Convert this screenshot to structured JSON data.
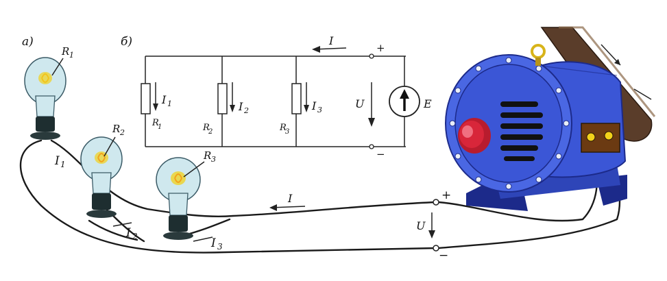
{
  "panel_a": {
    "label": "a)"
  },
  "panel_b": {
    "label": "б)"
  },
  "bulbs": [
    {
      "resistor": "R",
      "sub": "1",
      "current": "I",
      "current_sub": "1"
    },
    {
      "resistor": "R",
      "sub": "2",
      "current": "I",
      "current_sub": "2"
    },
    {
      "resistor": "R",
      "sub": "3",
      "current": "I",
      "current_sub": "3"
    }
  ],
  "schematic": {
    "total_current": "I",
    "branches": [
      {
        "current": "I",
        "current_sub": "1",
        "resistor": "R",
        "resistor_sub": "1"
      },
      {
        "current": "I",
        "current_sub": "2",
        "resistor": "R",
        "resistor_sub": "2"
      },
      {
        "current": "I",
        "current_sub": "3",
        "resistor": "R",
        "resistor_sub": "3"
      }
    ],
    "voltage": "U",
    "source": "E",
    "plus": "+",
    "minus": "−"
  },
  "generator": {
    "line_current": "I",
    "voltage": "U",
    "plus": "+",
    "minus": "−"
  },
  "colors": {
    "motor_body": "#3b56d6",
    "motor_dark": "#1c2a8a",
    "terminal_box": "#6b3a12",
    "cap_red": "#d8263a",
    "bulb_glass": "#cfe8ee",
    "filament": "#f2d21a",
    "belt": "#5a3d2a"
  }
}
